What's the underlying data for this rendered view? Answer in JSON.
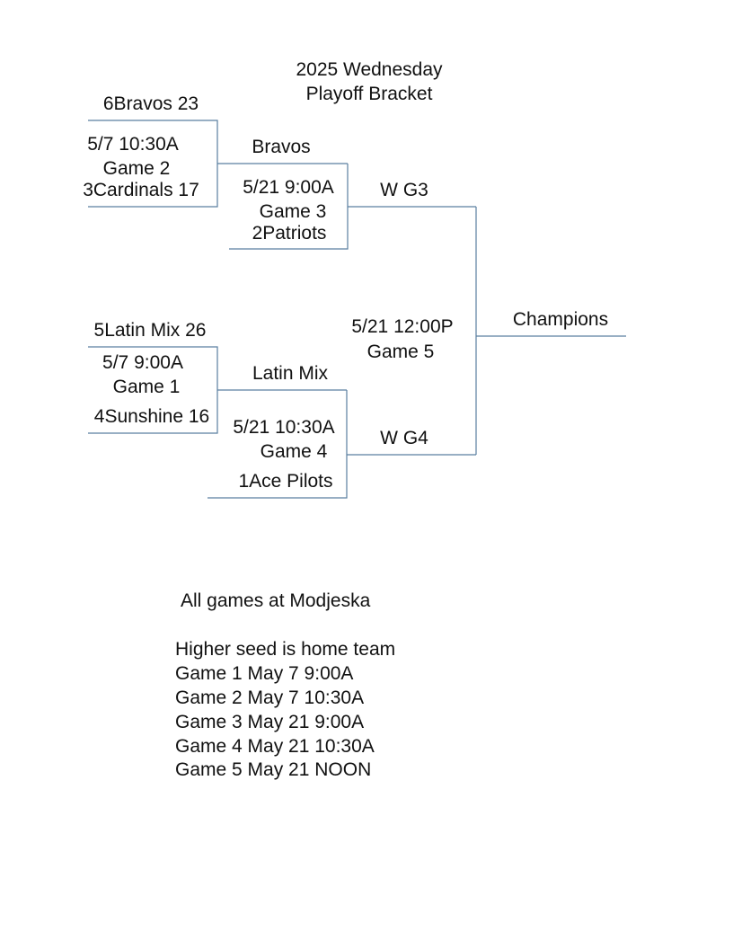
{
  "title": {
    "line1": "2025 Wednesday",
    "line2": "Playoff Bracket"
  },
  "round1": {
    "game2": {
      "top_team": "6Bravos 23",
      "time": "5/7 10:30A",
      "label": "Game 2",
      "bottom_team": "3Cardinals 17"
    },
    "game1": {
      "top_team": "5Latin Mix 26",
      "time": "5/7 9:00A",
      "label": "Game 1",
      "bottom_team": "4Sunshine 16"
    }
  },
  "round2": {
    "game3": {
      "top_team": "Bravos",
      "time": "5/21 9:00A",
      "label": "Game 3",
      "bottom_team": "2Patriots"
    },
    "game4": {
      "top_team": "Latin Mix",
      "time": "5/21 10:30A",
      "label": "Game 4",
      "bottom_team": "1Ace Pilots"
    }
  },
  "final": {
    "top_team": "W G3",
    "time": "5/21 12:00P",
    "label": "Game 5",
    "bottom_team": "W G4",
    "champion_label": "Champions"
  },
  "notes": {
    "location": "All games at Modjeska",
    "home_rule": "Higher seed is home team",
    "schedule": [
      "Game 1 May 7 9:00A",
      "Game 2 May 7 10:30A",
      "Game 3 May 21 9:00A",
      "Game 4 May 21 10:30A",
      "Game 5 May 21 NOON"
    ]
  },
  "colors": {
    "bracket_line": "#5a7fa0",
    "text": "#111111"
  }
}
